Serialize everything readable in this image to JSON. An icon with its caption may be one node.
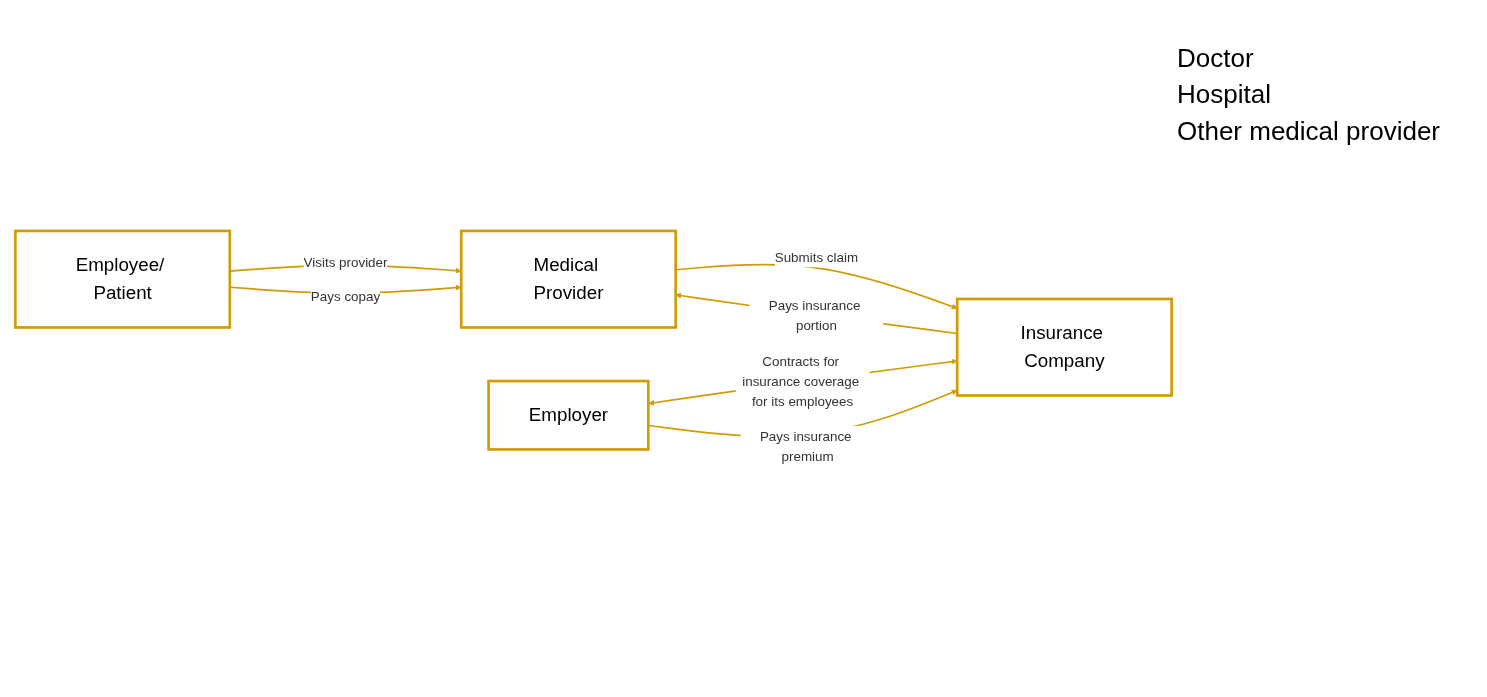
{
  "diagram": {
    "nodes": [
      {
        "text": [
          "Employee/ Patient"
        ]
      },
      {
        "text": [
          "Medical Provider"
        ],
        "beside": [
          "Doctor",
          "Hospital",
          "Other medical provider"
        ]
      },
      {
        "text": [
          "Employer"
        ]
      },
      {
        "text": [
          "Insurance Company"
        ]
      }
    ],
    "edges": [
      {
        "from": 0,
        "to": 1,
        "arrow": "to",
        "label": "Visits provider"
      },
      {
        "from": 0,
        "to": 1,
        "arrow": "to",
        "label": "Pays copay"
      },
      {
        "from": 1,
        "to": 3,
        "arrow": "to",
        "label": "Submits claim"
      },
      {
        "from": 3,
        "to": 1,
        "arrow": "to",
        "label": "Pays insurance portion"
      },
      {
        "from": 2,
        "to": 3,
        "arrow": "both",
        "label": "Contracts for insurance coverage for its employees"
      },
      {
        "from": 2,
        "to": 3,
        "arrow": "to",
        "label": "Pays insurance premium"
      }
    ]
  }
}
